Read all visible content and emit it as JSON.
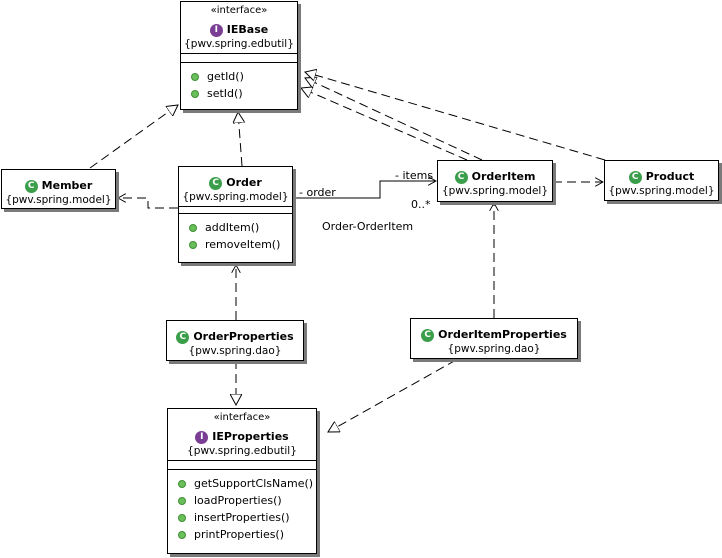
{
  "classes": {
    "iebase": {
      "stereotype": "«interface»",
      "name": "IEBase",
      "package": "{pwv.spring.edbutil}",
      "operations": [
        "getId()",
        "setId()"
      ]
    },
    "member": {
      "name": "Member",
      "package": "{pwv.spring.model}"
    },
    "order": {
      "name": "Order",
      "package": "{pwv.spring.model}",
      "operations": [
        "addItem()",
        "removeItem()"
      ]
    },
    "orderitem": {
      "name": "OrderItem",
      "package": "{pwv.spring.model}"
    },
    "product": {
      "name": "Product",
      "package": "{pwv.spring.model}"
    },
    "orderproperties": {
      "name": "OrderProperties",
      "package": "{pwv.spring.dao}"
    },
    "orderitemproperties": {
      "name": "OrderItemProperties",
      "package": "{pwv.spring.dao}"
    },
    "ieproperties": {
      "stereotype": "«interface»",
      "name": "IEProperties",
      "package": "{pwv.spring.edbutil}",
      "operations": [
        "getSupportClsName()",
        "loadProperties()",
        "insertProperties()",
        "printProperties()"
      ]
    }
  },
  "association": {
    "source_role": "- order",
    "target_role": "- items",
    "multiplicity": "0..*",
    "name": "Order-OrderItem"
  },
  "icons": {
    "class_badge": "C",
    "interface_badge": "I"
  }
}
